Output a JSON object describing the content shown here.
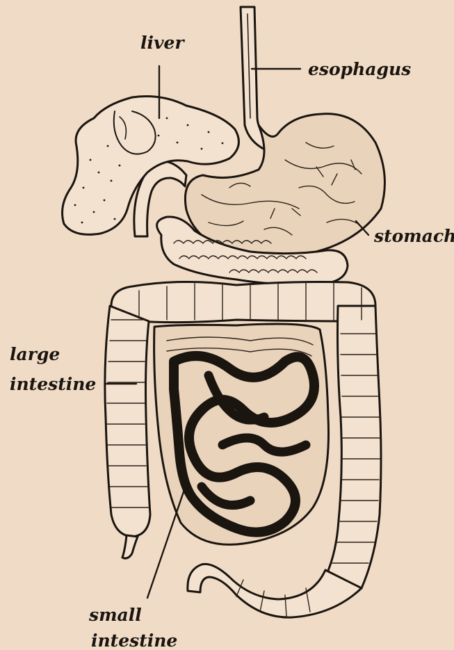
{
  "labels": {
    "liver": "liver",
    "esophagus": "esophagus",
    "stomach": "stomach",
    "large_intestine_1": "large",
    "large_intestine_2": "intestine",
    "small_intestine_1": "small",
    "small_intestine_2": "intestine"
  },
  "colors": {
    "paper": "#f0dcc6",
    "ink": "#1b1510"
  }
}
